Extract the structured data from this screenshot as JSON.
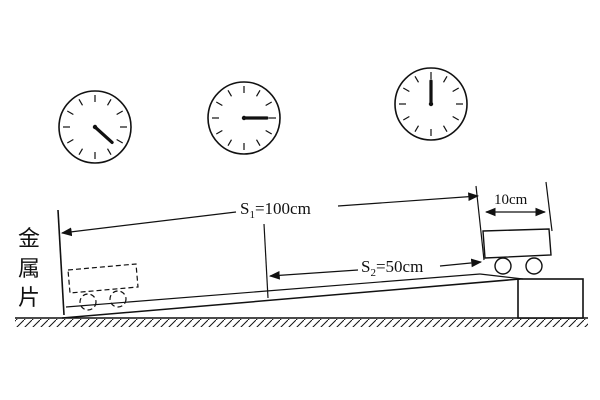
{
  "labels": {
    "s1": "S",
    "s1_sub": "1",
    "s1_value": "=100cm",
    "s2": "S",
    "s2_sub": "2",
    "s2_value": "=50cm",
    "car_width": "10cm",
    "metal_sheet": [
      "金",
      "属",
      "片"
    ]
  },
  "clocks": [
    {
      "position": "left",
      "minute_hand_seconds": 0,
      "second_hand_seconds": 22
    },
    {
      "position": "middle",
      "minute_hand_seconds": 0,
      "second_hand_seconds": 15
    },
    {
      "position": "right",
      "minute_hand_seconds": 0,
      "second_hand_seconds": 0
    }
  ],
  "colors": {
    "line": "#111111",
    "background": "#ffffff"
  }
}
